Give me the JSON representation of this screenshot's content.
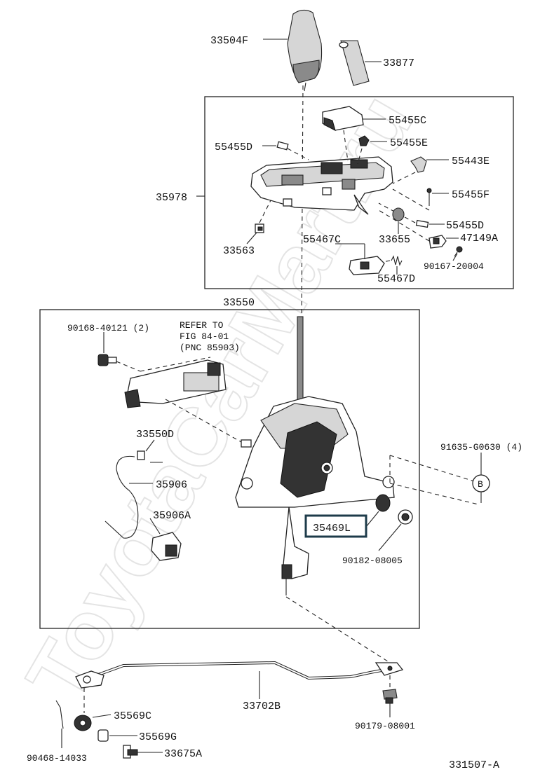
{
  "diagram_id": "331507-A",
  "watermark": "ToyotaCarMart.ru",
  "highlight_color": "#1d3b4a",
  "frames": {
    "upper_frame_label": "35978",
    "lower_frame_label": "33550"
  },
  "note": {
    "line1": "REFER TO",
    "line2": "FIG 84-01",
    "line3": "(PNC 85903)"
  },
  "callout_symbol": "B",
  "labels": {
    "p33504F": "33504F",
    "p33877": "33877",
    "p55455C": "55455C",
    "p55455E": "55455E",
    "p55455D_top": "55455D",
    "p55443E": "55443E",
    "p55455F": "55455F",
    "p55455D_right": "55455D",
    "p33655": "33655",
    "p47149A": "47149A",
    "p55467C": "55467C",
    "p33563": "33563",
    "p90167": "90167-20004",
    "p55467D": "55467D",
    "p90168": "90168-40121 (2)",
    "p33550D": "33550D",
    "p35906": "35906",
    "p35906A": "35906A",
    "p91635": "91635-G0630 (4)",
    "p35469L": "35469L",
    "p90182": "90182-08005",
    "p33702B": "33702B",
    "p35569C": "35569C",
    "p35569G": "35569G",
    "p33675A": "33675A",
    "p90468": "90468-14033",
    "p90179": "90179-08001"
  }
}
